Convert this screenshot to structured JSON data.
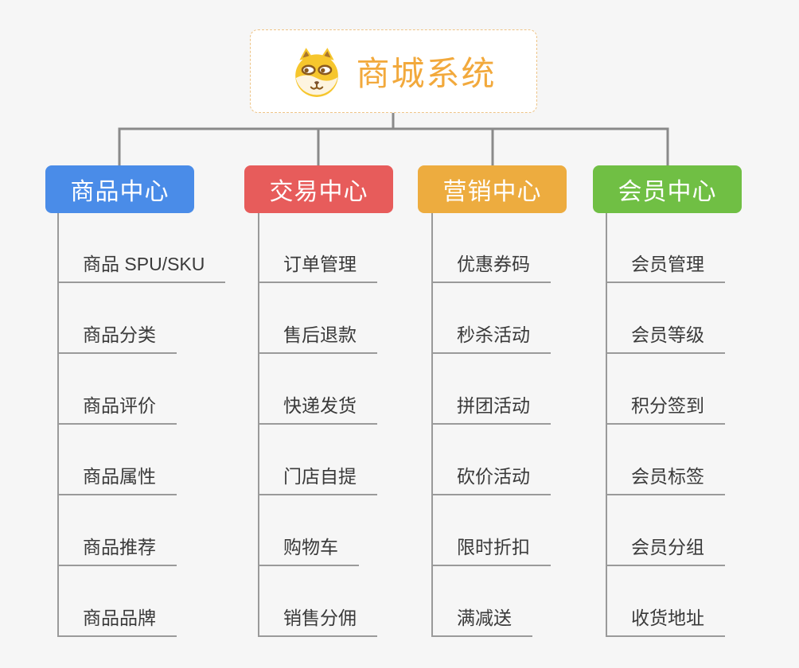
{
  "page": {
    "background_color": "#f6f6f6",
    "connector_color": "#8a8a8a",
    "leaf_line_color": "#9a9a9a"
  },
  "root": {
    "title": "商城系统",
    "icon": "shiba-dog-icon",
    "title_color": "#f2a93c",
    "border_color": "#eec487"
  },
  "branches": [
    {
      "label": "商品中心",
      "color": "#4a8ce8",
      "items": [
        "商品 SPU/SKU",
        "商品分类",
        "商品评价",
        "商品属性",
        "商品推荐",
        "商品品牌"
      ]
    },
    {
      "label": "交易中心",
      "color": "#e75c5b",
      "items": [
        "订单管理",
        "售后退款",
        "快递发货",
        "门店自提",
        "购物车",
        "销售分佣"
      ]
    },
    {
      "label": "营销中心",
      "color": "#edac3f",
      "items": [
        "优惠券码",
        "秒杀活动",
        "拼团活动",
        "砍价活动",
        "限时折扣",
        "满减送"
      ]
    },
    {
      "label": "会员中心",
      "color": "#70bf44",
      "items": [
        "会员管理",
        "会员等级",
        "积分签到",
        "会员标签",
        "会员分组",
        "收货地址"
      ]
    }
  ]
}
